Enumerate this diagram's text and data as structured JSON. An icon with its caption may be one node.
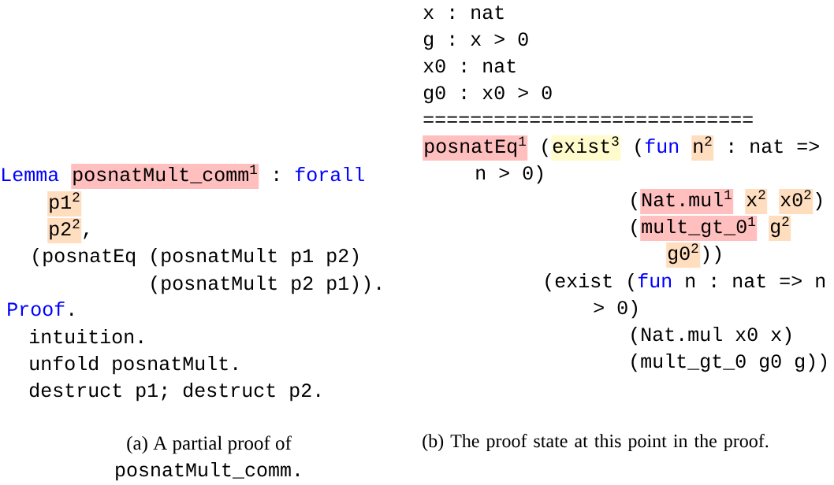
{
  "diagram": {
    "labels": [
      "Lemma",
      "posnatMult_comm$^{1}$",
      ":",
      "forall",
      "p1$^{2}$",
      "p2$^{2}$",
      ",",
      "(posnatEq (posnatMult p1 p2)",
      "(posnatMult p2 p1)).",
      "Proof",
      ".",
      "intuition.",
      "unfold posnatMult.",
      "destruct p1; destruct p2.",
      "(a) A partial proof of",
      "posnatMult_comm.",
      "x : nat",
      "g : x > 0",
      "x0 : nat",
      "g0 : x0 > 0",
      "============================",
      "posnatEq$^{1}$",
      "(",
      "exist$^{3}$",
      "(",
      "fun",
      "n$^{2}$",
      ": nat =>",
      "n > 0)",
      "(",
      "Nat.mul$^{1}$",
      "x$^{2}$",
      "x0$^{2}$",
      ")",
      "(",
      "mult_gt_0$^{1}$",
      "g$^{2}$",
      "g0$^{2}$",
      "))",
      "(exist (",
      "fun",
      "n : nat => n",
      "> 0)",
      "(Nat.mul x0 x)",
      "(mult_gt_0 g0 g))",
      "(b) The proof state at this point in the proof."
    ]
  }
}
